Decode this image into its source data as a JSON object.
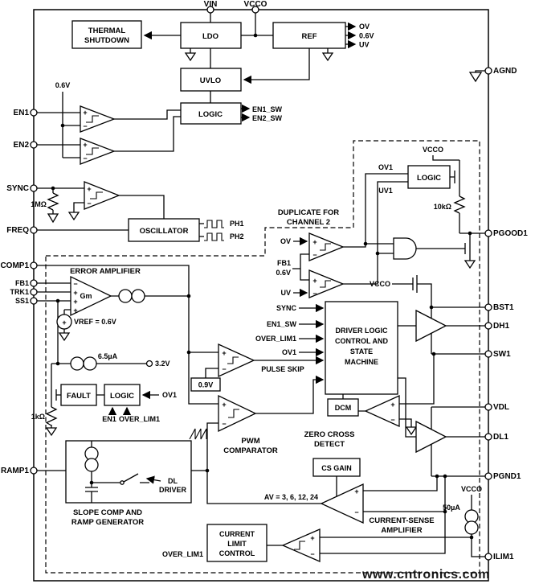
{
  "watermark": {
    "text": "www.cntronics.com",
    "color": "#7FD8C6"
  },
  "pins": {
    "top": [
      "VIN",
      "VCCO"
    ],
    "left": [
      "EN1",
      "EN2",
      "SYNC",
      "FREQ",
      "COMP1",
      "FB1",
      "TRK1",
      "SS1",
      "RAMP1"
    ],
    "right": [
      "AGND",
      "PGOOD1",
      "BST1",
      "DH1",
      "SW1",
      "VDL",
      "DL1",
      "PGND1",
      "ILIM1"
    ]
  },
  "blocks": {
    "thermal": [
      "THERMAL",
      "SHUTDOWN"
    ],
    "ldo": "LDO",
    "ref": "REF",
    "uvlo": "UVLO",
    "logic_top": "LOGIC",
    "oscillator": "OSCILLATOR",
    "pgood_logic": "LOGIC",
    "fault": "FAULT",
    "fault_logic": "LOGIC",
    "driver": [
      "DRIVER LOGIC",
      "CONTROL AND",
      "STATE",
      "MACHINE"
    ],
    "dcm": "DCM",
    "cs_gain": "CS GAIN",
    "current_limit": [
      "CURRENT",
      "LIMIT",
      "CONTROL"
    ],
    "pulse_skip_ref": "0.9V"
  },
  "labels": {
    "ref_outputs": [
      "OV",
      "0.6V",
      "UV"
    ],
    "logic_outputs": [
      "EN1_SW",
      "EN2_SW"
    ],
    "en_threshold": "0.6V",
    "sync_resistor": "1MΩ",
    "osc_outputs": [
      "PH1",
      "PH2"
    ],
    "duplicate": [
      "DUPLICATE FOR",
      "CHANNEL 2"
    ],
    "ov": "OV",
    "uv": "UV",
    "fb1": "FB1",
    "fb_ref": "0.6V",
    "pgood_vcco": "VCCO",
    "ov1": "OV1",
    "uv1": "UV1",
    "pgood_pullup": "10kΩ",
    "error_amp_title": "ERROR AMPLIFIER",
    "gm": "Gm",
    "vref": "VREF = 0.6V",
    "ss_current": "6.5µA",
    "ss_clamp": "3.2V",
    "fault_pulldown": "1kΩ",
    "fault_en": "EN1",
    "fault_over_lim": "OVER_LIM1",
    "fault_ov1": "OV1",
    "driver_inputs": [
      "SYNC",
      "EN1_SW",
      "OVER_LIM1",
      "OV1"
    ],
    "pulse_skip": "PULSE SKIP",
    "pwm_comparator": [
      "PWM",
      "COMPARATOR"
    ],
    "zero_cross": [
      "ZERO CROSS",
      "DETECT"
    ],
    "bst_vcco": "VCCO",
    "cs_gain_values": "AV = 3, 6, 12, 24",
    "cs_amp": [
      "CURRENT-SENSE",
      "AMPLIFIER"
    ],
    "slope_comp": [
      "SLOPE COMP AND",
      "RAMP GENERATOR"
    ],
    "dl_driver": [
      "DL",
      "DRIVER"
    ],
    "over_lim_out": "OVER_LIM1",
    "ilim_current": "50µA",
    "ilim_vcco": "VCCO",
    "plus": "+",
    "minus": "−"
  }
}
